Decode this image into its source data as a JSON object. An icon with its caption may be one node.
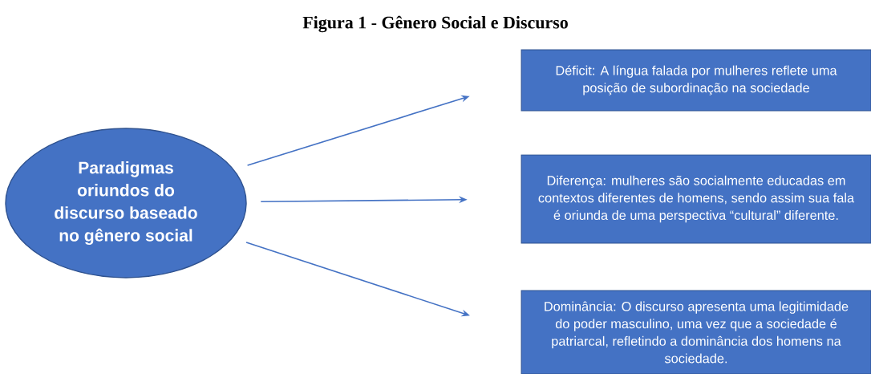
{
  "diagram": {
    "title": "Figura 1 - Gênero Social e Discurso",
    "nodes": [
      {
        "text": [
          "Paradigmas oriundos do discurso baseado no gênero social"
        ]
      },
      {
        "text": [
          "Déficit: A língua falada por mulheres reflete uma posição de subordinação na sociedade"
        ]
      },
      {
        "text": [
          "Diferença: mulheres são socialmente educadas em contextos diferentes de homens, sendo assim sua fala é oriunda de uma perspectiva “cultural” diferente."
        ]
      },
      {
        "text": [
          "Dominância: O discurso apresenta uma legitimidade do poder masculino, uma vez que a sociedade é patriarcal, refletindo a dominância dos homens na sociedade."
        ]
      }
    ],
    "edges": [
      {
        "from": 0,
        "to": 1,
        "arrow": "to"
      },
      {
        "from": 0,
        "to": 2,
        "arrow": "to"
      },
      {
        "from": 0,
        "to": 3,
        "arrow": "to"
      }
    ]
  }
}
